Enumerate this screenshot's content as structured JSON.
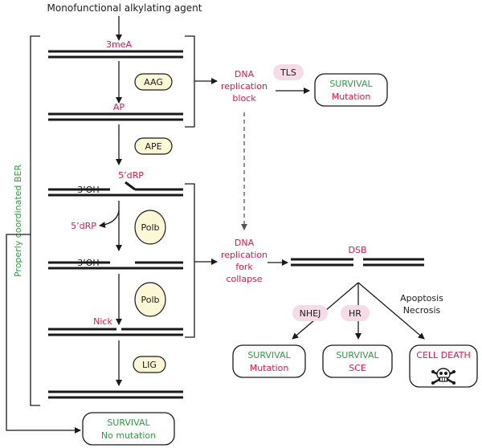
{
  "top_label": "Monofunctional alkylating agent",
  "lesions": {
    "methyl": "3meA",
    "ap": "AP",
    "dRP_top": "5’dRP",
    "dRP_released": "5’dRP",
    "oh1": "3’OH",
    "oh2": "3’OH",
    "nick": "Nick",
    "dsb": "DSB"
  },
  "enzymes": {
    "aag": "AAG",
    "ape": "APE",
    "polb1": "Polb",
    "polb2": "Polb",
    "lig": "LIG",
    "tls": "TLS",
    "nhej": "NHEJ",
    "hr": "HR"
  },
  "side_label": "Properly coordinated BER",
  "block": [
    "DNA",
    "replication",
    "block"
  ],
  "collapse": [
    "DNA",
    "replication",
    "fork",
    "collapse"
  ],
  "apoptosis": [
    "Apoptosis",
    "Necrosis"
  ],
  "outcomes": {
    "survival_mutation_top": {
      "line1": "SURVIVAL",
      "line2": "Mutation"
    },
    "survival_no_mutation": {
      "line1": "SURVIVAL",
      "line2": "No mutation"
    },
    "survival_mutation_nhej": {
      "line1": "SURVIVAL",
      "line2": "Mutation"
    },
    "survival_sce": {
      "line1": "SURVIVAL",
      "line2": "SCE"
    },
    "cell_death": {
      "line1": "CELL DEATH"
    }
  },
  "colors": {
    "red": "#d81b4a",
    "green": "#2e9b45",
    "enzyme_fill": "#fbf7d7",
    "pill_fill": "#f4dbe6"
  }
}
